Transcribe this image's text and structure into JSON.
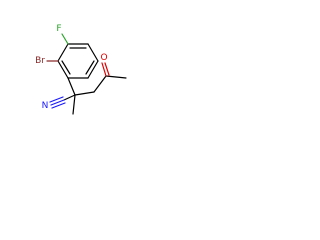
{
  "atoms": {
    "fluorine": {
      "label": "F",
      "color": "#2aa52a"
    },
    "bromine": {
      "label": "Br",
      "color": "#8b2a2a"
    },
    "nitrogen": {
      "label": "N",
      "color": "#1a1aff"
    },
    "oxygen": {
      "label": "O",
      "color": "#e00000"
    }
  }
}
